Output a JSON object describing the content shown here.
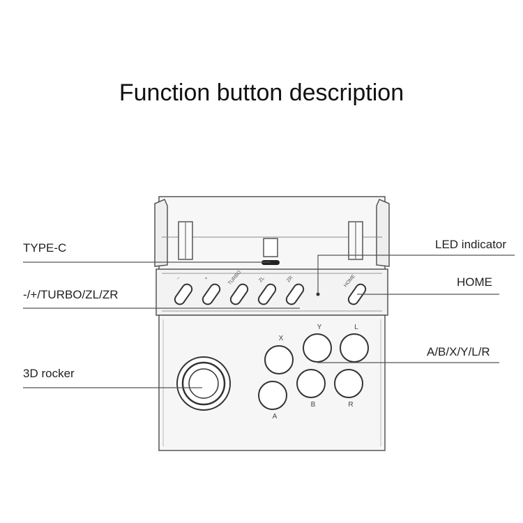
{
  "title": "Function button description",
  "labels": {
    "type_c": "TYPE-C",
    "function_keys": "-/+/TURBO/ZL/ZR",
    "rocker": "3D rocker",
    "led": "LED indicator",
    "home": "HOME",
    "face_buttons": "A/B/X/Y/L/R"
  },
  "device": {
    "small_buttons": [
      "−",
      "+",
      "TURBO",
      "ZL",
      "ZR"
    ],
    "home_button": "HOME",
    "face": {
      "x": "X",
      "y": "Y",
      "l": "L",
      "a": "A",
      "b": "B",
      "r": "R"
    }
  },
  "colors": {
    "line": "#555555",
    "body": "#f6f6f6",
    "text": "#222222"
  }
}
